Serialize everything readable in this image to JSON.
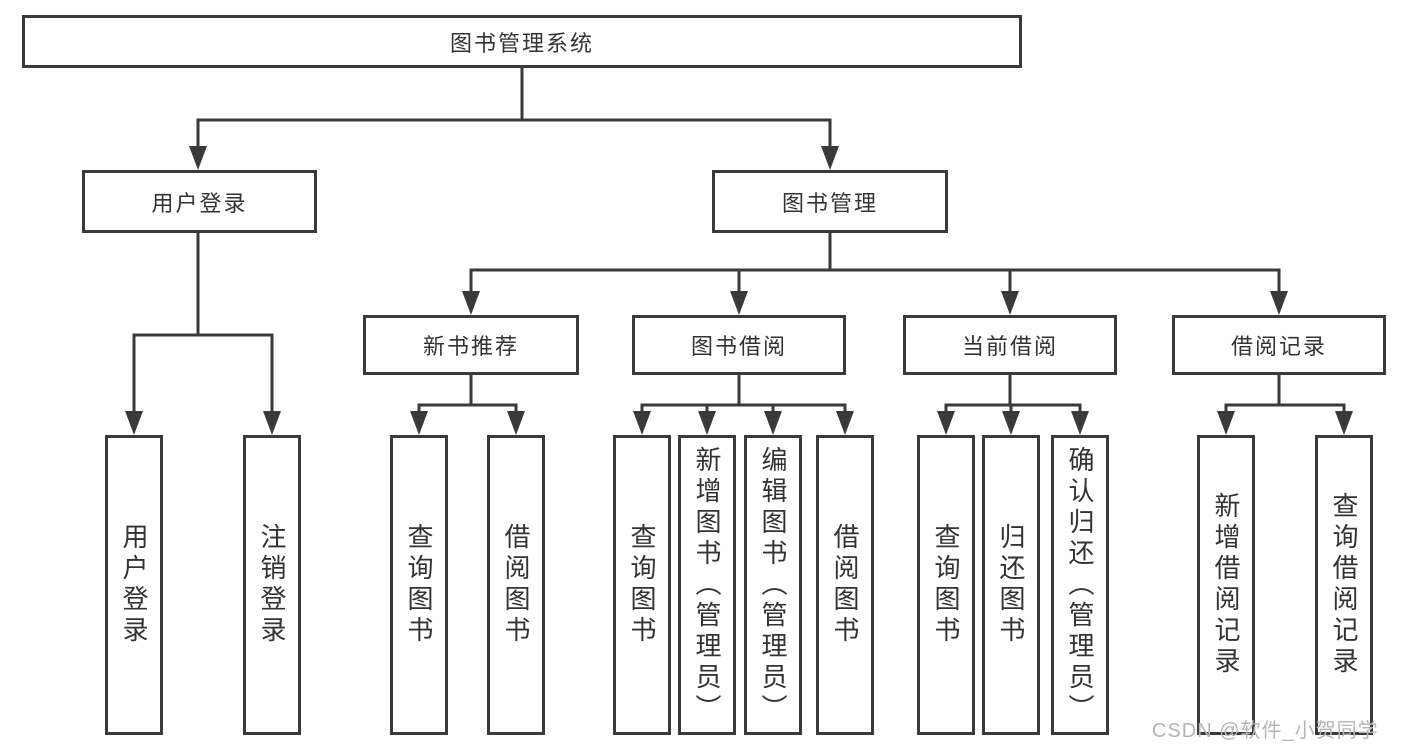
{
  "colors": {
    "line": "#3a3a3a",
    "text": "#333333",
    "background": "#ffffff",
    "watermark_color": "#b5b5b5"
  },
  "watermark": {
    "text": "CSDN @软件_小贺同学"
  },
  "tree": {
    "root": {
      "label": "图书管理系统"
    },
    "branches": [
      {
        "label": "用户登录",
        "children": [
          {
            "label": "用户登录"
          },
          {
            "label": "注销登录"
          }
        ]
      },
      {
        "label": "图书管理",
        "children": [
          {
            "label": "新书推荐",
            "children": [
              {
                "label": "查询图书"
              },
              {
                "label": "借阅图书"
              }
            ]
          },
          {
            "label": "图书借阅",
            "children": [
              {
                "label": "查询图书"
              },
              {
                "label": "新增图书（管理员）"
              },
              {
                "label": "编辑图书（管理员）"
              },
              {
                "label": "借阅图书"
              }
            ]
          },
          {
            "label": "当前借阅",
            "children": [
              {
                "label": "查询图书"
              },
              {
                "label": "归还图书"
              },
              {
                "label": "确认归还（管理员）"
              }
            ]
          },
          {
            "label": "借阅记录",
            "children": [
              {
                "label": "新增借阅记录"
              },
              {
                "label": "查询借阅记录"
              }
            ]
          }
        ]
      }
    ]
  }
}
